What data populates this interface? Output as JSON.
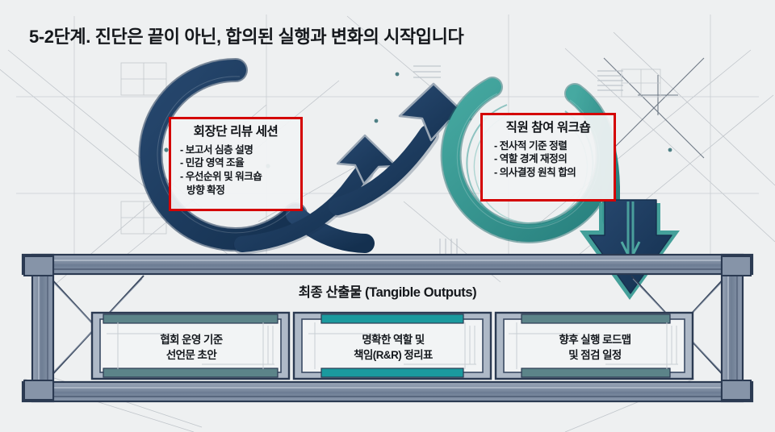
{
  "slide": {
    "title": "5-2단계. 진단은 끝이 아닌, 합의된 실행과 변화의 시작입니다",
    "background_color": "#eef0f1"
  },
  "colors": {
    "navy": "#1e3c63",
    "navy_dark": "#17304f",
    "teal": "#3a9b95",
    "teal_bright": "#1b9a9e",
    "steel": "#7e8da3",
    "steel_dark": "#2b3a52",
    "accent_red": "#d40000",
    "text": "#14181d"
  },
  "stages": [
    {
      "id": "review-session",
      "shape": "navy-ring",
      "ring_color": "#1e3c63",
      "title": "회장단 리뷰 세션",
      "items": [
        "- 보고서 심층 설명",
        "- 민감 영역 조율",
        "- 우선순위 및 워크숍",
        "방향 확정"
      ]
    },
    {
      "id": "employee-workshop",
      "shape": "teal-ring",
      "ring_color": "#3a9b95",
      "title": "직원 참여 워크숍",
      "items": [
        "- 전사적 기준 정렬",
        "- 역할 경계 재정의",
        "- 의사결정 원칙 합의"
      ]
    }
  ],
  "flow": {
    "connector_arrows": 2,
    "connector_color": "#1e3c63",
    "down_arrow_color": "#1e3c63",
    "down_arrow_inner_color": "#3a9b95"
  },
  "outputs": {
    "heading": "최종 산출물 (Tangible Outputs)",
    "boxes": [
      {
        "id": "output-1",
        "line1": "협회 운영 기준",
        "line2": "선언문 초안",
        "accent_color": "#5c8489"
      },
      {
        "id": "output-2",
        "line1": "명확한 역할 및",
        "line2": "책임(R&R) 정리표",
        "accent_color": "#1b9a9e"
      },
      {
        "id": "output-3",
        "line1": "향후 실행 로드맵",
        "line2": "및 점검 일정",
        "accent_color": "#5c8489"
      }
    ]
  }
}
